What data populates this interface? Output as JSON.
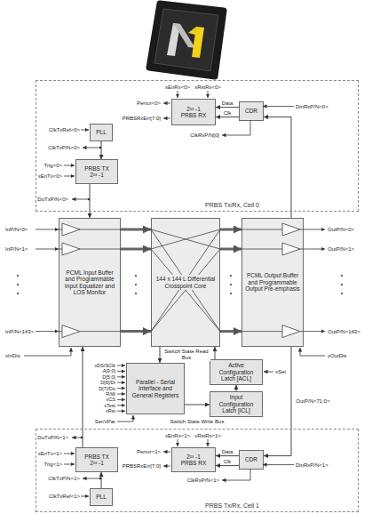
{
  "diagram": {
    "nodes": [
      {
        "text": [
          "PRBS Tx/Rx, Cell 0"
        ]
      },
      {
        "text": [
          "2²³ -1",
          "PRBS RX"
        ],
        "in": 0
      },
      {
        "text": [
          "CDR"
        ],
        "in": 0
      },
      {
        "text": [
          "PLL"
        ],
        "in": 0
      },
      {
        "text": [
          "PRBS TX",
          "2²³ -1"
        ],
        "in": 0
      },
      {
        "text": [
          "PCML Input Buffer and Programmable Input Equalizer and LOS Monitor"
        ]
      },
      {
        "text": [
          "144 x 144 L Differential Crosspoint Core"
        ]
      },
      {
        "text": [
          "PCML Output Buffer and Programmable Output Pre-emphasis"
        ]
      },
      {
        "text": [
          "Parallel - Serial Interface and General Registers"
        ]
      },
      {
        "text": [
          "Active Configuration Latch [ACL]"
        ]
      },
      {
        "text": [
          "Input Configuration Latch [ICL]"
        ]
      },
      {
        "text": [
          "PRBS Tx/Rx, Cell 1"
        ]
      },
      {
        "text": [
          "PRBS TX",
          "2²³ -1"
        ],
        "in": 11
      },
      {
        "text": [
          "2²³ -1",
          "PRBS RX"
        ],
        "in": 11
      },
      {
        "text": [
          "CDR"
        ],
        "in": 11
      },
      {
        "text": [
          "PLL"
        ],
        "in": 11
      }
    ],
    "edges": [
      {
        "from": 3,
        "to": 4,
        "arrow": "to"
      },
      {
        "from": 2,
        "to": 1,
        "label": "Data",
        "arrow": "to"
      },
      {
        "from": 2,
        "to": 1,
        "label": "Clk",
        "arrow": "to"
      },
      {
        "from": 4,
        "to": 5,
        "arrow": "to"
      },
      {
        "from": 7,
        "to": 2,
        "arrow": "to"
      },
      {
        "from": 5,
        "to": 6,
        "arrow": "to"
      },
      {
        "from": 5,
        "to": 6,
        "arrow": "to"
      },
      {
        "from": 5,
        "to": 6,
        "arrow": "to"
      },
      {
        "from": 6,
        "to": 7,
        "arrow": "to"
      },
      {
        "from": 6,
        "to": 7,
        "arrow": "to"
      },
      {
        "from": 6,
        "to": 7,
        "arrow": "to"
      },
      {
        "from": 6,
        "to": 8,
        "label": "Switch State Read Bus",
        "arrow": "to"
      },
      {
        "from": 9,
        "to": 6,
        "arrow": "to"
      },
      {
        "from": 10,
        "to": 9,
        "arrow": "to"
      },
      {
        "from": 8,
        "to": 10,
        "label": "Switch State Write Bus",
        "arrow": "to"
      },
      {
        "from": 7,
        "to": 14,
        "label": "OutP/N<71:0>",
        "arrow": "to"
      },
      {
        "from": 12,
        "to": 5,
        "arrow": "to"
      },
      {
        "from": 14,
        "to": 13,
        "label": "Data",
        "arrow": "to"
      },
      {
        "from": 14,
        "to": 13,
        "label": "Clk",
        "arrow": "to"
      },
      {
        "from": 15,
        "to": 12,
        "arrow": "to"
      }
    ],
    "labels": [
      "xEnRx<0>",
      "xRstRx<0>",
      "Perror<0>",
      "PRBSRxErr[7:0]",
      "DinRxP/N<0>",
      "ClkTxRef<0>",
      "ClkRxP/N[0]",
      "ClkTxP/N<0>",
      "Trig<0>",
      "xEnTx<0>",
      "DoTxP/N<0>",
      "InP/N<0>",
      "OutP/N<0>",
      "InP/N<1>",
      "OutP/N<1>",
      "InP/N<143>",
      "OutP/N<143>",
      "xInDis",
      "xOutDis",
      "xDS/SClk",
      "A[9:0]",
      "D[5:0]",
      "D[6]/Di",
      "D[7]/Do",
      "R/W",
      "xCS",
      "xTest",
      "xRst",
      "xSet",
      "Ser/xPar",
      "DoTxP/N<1>",
      "xEnRx<1>",
      "xRstRx<1>",
      "Perror<1>",
      "xEnTx<1>",
      "DinRxP/N<1>",
      "Trig<1>",
      "PRBSRxErr[7:0]",
      "ClkTxP/N<1>",
      "ClkRxP/N<1>",
      "ClkTxRef<1>"
    ]
  }
}
